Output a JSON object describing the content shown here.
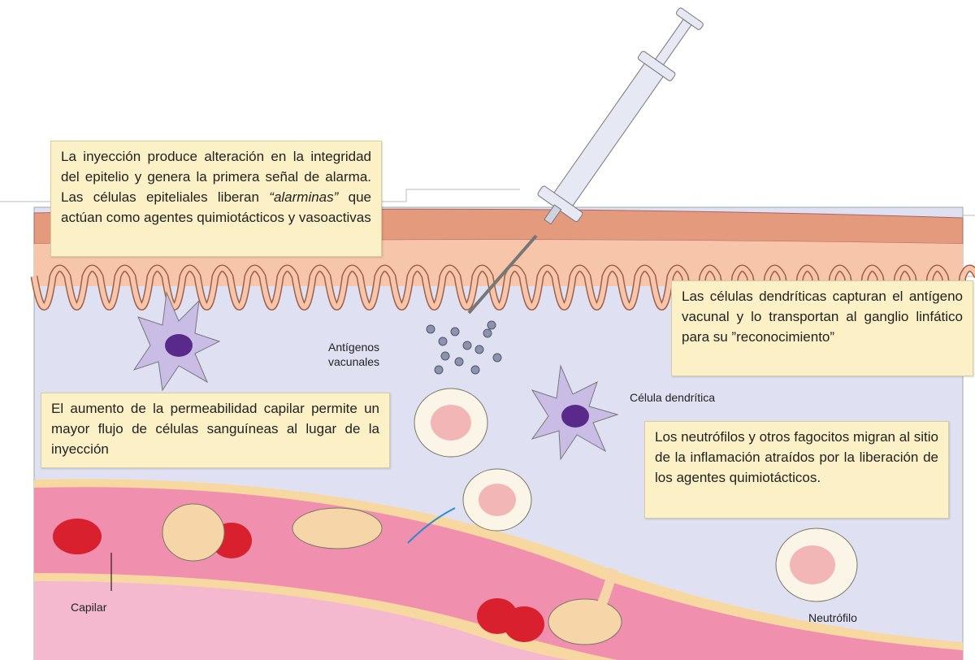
{
  "callouts": {
    "injection": {
      "before": "La inyección produce alteración en la integridad del epitelio y genera la primera señal de alarma. Las células epiteliales liberan ",
      "italic": "“alarminas”",
      "after": " que actúan como agentes quimiotácticos y vasoactivas"
    },
    "dendritic": "Las células dendríticas capturan el antígeno vacunal y lo transportan al ganglio linfático para su ”reconocimiento”",
    "permeability": "El aumento de la permeabilidad capilar permite un mayor flujo de células sanguíneas al lugar de la inyección",
    "neutrophils": "Los neutrófilos y otros fagocitos migran al sitio de la inflamación atraídos por la liberación de los agentes quimiotácticos."
  },
  "labels": {
    "antigens_line1": "Antígenos",
    "antigens_line2": "vacunales",
    "dendritic_cell": "Célula dendrítica",
    "capillary": "Capilar",
    "neutrophil": "Neutrófilo"
  },
  "colors": {
    "tissue": "#dfe1f3",
    "epidermis_top": "#e49a7c",
    "epidermis": "#f7c6aa",
    "capillary": "#f08fae",
    "wall": "#f6d9a2",
    "callout": "#fcf0c6",
    "dendritic": "#c9bde6",
    "nucleus": "#5a2a8a",
    "rbc": "#d8202e"
  }
}
